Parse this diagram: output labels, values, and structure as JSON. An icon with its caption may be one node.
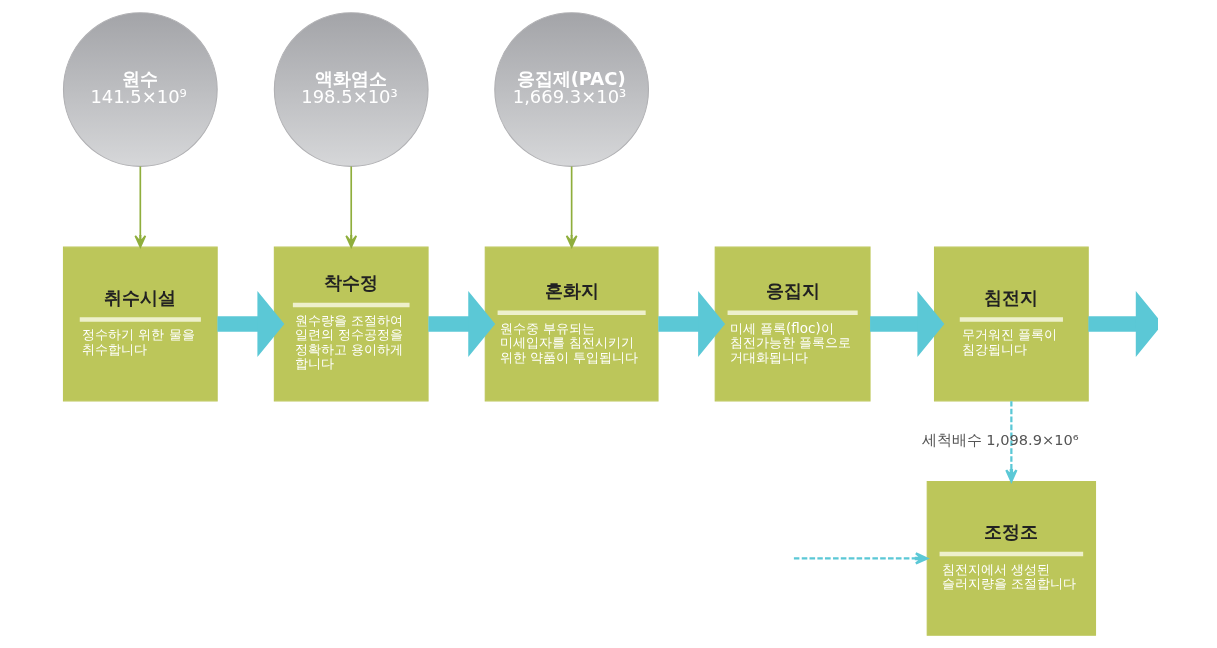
{
  "diagram": {
    "nodes": [
      {
        "text": [
          "원수",
          "141.5×10⁹"
        ]
      },
      {
        "text": [
          "취수시설",
          "정수하기 위한 물을 취수합니다"
        ]
      },
      {
        "text": [
          "착수정",
          "원수량을 조절하여 일련의 정수공정을 정확하고 용이하게 합니다"
        ]
      },
      {
        "text": [
          "혼화지",
          "원수중 부유되는 미세입자를 침전시키기 위한 약품이 투입됩니다"
        ]
      },
      {
        "text": [
          "응집지",
          "미세 플록(floc)이 침전가능한 플록으로 거대화됩니다"
        ]
      },
      {
        "text": [
          "침전지",
          "무거워진 플록이 침강됩니다"
        ]
      },
      {
        "text": [
          "조정조",
          "침전지에서 생성된 슬러지량을 조절합니다"
        ]
      },
      {
        "text": [
          "액화염소",
          "198.5×10³"
        ]
      },
      {
        "text": [
          "응집제(PAC)",
          "1,669.3×10³"
        ]
      }
    ],
    "edges": [
      {
        "from": 0,
        "to": 1,
        "arrow": "to",
        "color": "#8fae3c"
      },
      {
        "from": 1,
        "to": 2,
        "arrow": "to",
        "style": "thick"
      },
      {
        "from": 2,
        "to": 3,
        "arrow": "to",
        "style": "thick"
      },
      {
        "from": 3,
        "to": 4,
        "arrow": "to",
        "style": "thick"
      },
      {
        "from": 4,
        "to": 5,
        "arrow": "to",
        "style": "thick"
      },
      {
        "from": 5,
        "to": null,
        "arrow": "to",
        "style": "thick"
      },
      {
        "from": 7,
        "to": 2,
        "arrow": "to",
        "color": "#8fae3c"
      },
      {
        "from": 8,
        "to": 3,
        "arrow": "to",
        "color": "#8fae3c"
      },
      {
        "from": 5,
        "to": 6,
        "arrow": "to",
        "style": "dashed",
        "label": "세척배수 1,098.9×10⁶"
      },
      {
        "from": null,
        "to": 6,
        "arrow": "to",
        "style": "dashed"
      }
    ]
  }
}
